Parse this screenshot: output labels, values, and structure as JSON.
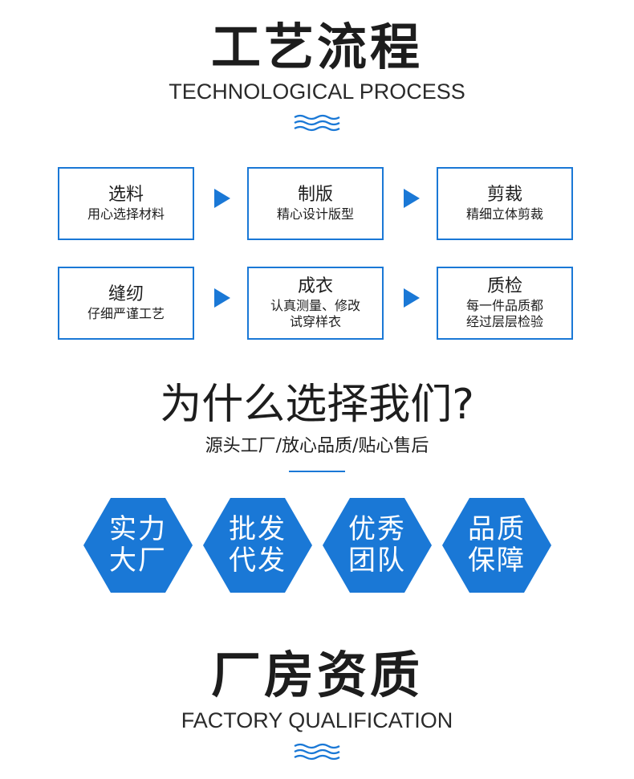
{
  "process": {
    "title": "工艺流程",
    "subtitle": "TECHNOLOGICAL PROCESS",
    "steps": [
      {
        "title": "选料",
        "desc": [
          "用心选择材料"
        ]
      },
      {
        "title": "制版",
        "desc": [
          "精心设计版型"
        ]
      },
      {
        "title": "剪裁",
        "desc": [
          "精细立体剪裁"
        ]
      },
      {
        "title": "缝纫",
        "desc": [
          "仔细严谨工艺"
        ]
      },
      {
        "title": "成衣",
        "desc": [
          "认真测量、修改",
          "试穿样衣"
        ]
      },
      {
        "title": "质检",
        "desc": [
          "每一件品质都",
          "经过层层检验"
        ]
      }
    ]
  },
  "why": {
    "title": "为什么选择我们?",
    "subtitle": "源头工厂/放心品质/贴心售后",
    "features": [
      {
        "line1": "实力",
        "line2": "大厂"
      },
      {
        "line1": "批发",
        "line2": "代发"
      },
      {
        "line1": "优秀",
        "line2": "团队"
      },
      {
        "line1": "品质",
        "line2": "保障"
      }
    ]
  },
  "factory": {
    "title": "厂房资质",
    "subtitle": "FACTORY QUALIFICATION"
  },
  "colors": {
    "accent": "#1a78d6",
    "text": "#1d1d1d"
  },
  "icons": [
    "wave-icon",
    "arrow-right-icon"
  ]
}
